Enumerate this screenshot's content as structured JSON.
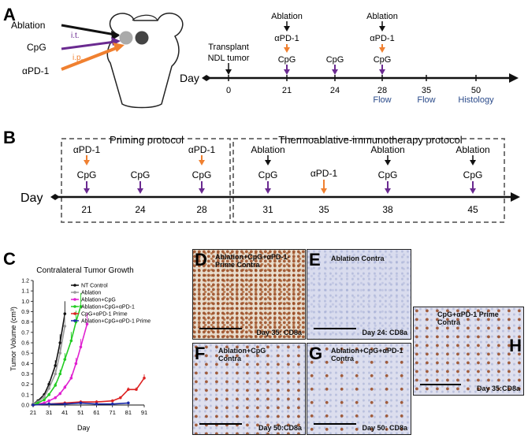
{
  "panelA": {
    "letter": "A",
    "labels": {
      "ablation": "Ablation",
      "cpg": "CpG",
      "apd1": "αPD-1",
      "it": "i.t.",
      "ip": "i.p."
    },
    "timeline": {
      "day_label": "Day",
      "ticks": [
        "0",
        "21",
        "24",
        "28",
        "35",
        "50"
      ],
      "transplant": [
        "Transplant",
        "NDL tumor"
      ],
      "events": {
        "ablation1": "Ablation",
        "apd1_1": "αPD-1",
        "cpg1": "CpG",
        "cpg2": "CpG",
        "ablation2": "Ablation",
        "apd1_2": "αPD-1",
        "cpg3": "CpG"
      },
      "bottom": {
        "flow1": "Flow",
        "flow2": "Flow",
        "histology": "Histology"
      }
    }
  },
  "panelB": {
    "letter": "B",
    "day_label": "Day",
    "priming_title": "Priming protocol",
    "thermo_title": "Thermoablative-immunotherapy protocol",
    "ticks": [
      "21",
      "24",
      "28",
      "31",
      "35",
      "38",
      "45"
    ],
    "events": {
      "p_apd1_1": "αPD-1",
      "p_cpg1": "CpG",
      "p_cpg2": "CpG",
      "p_apd1_2": "αPD-1",
      "p_cpg3": "CpG",
      "t_abl1": "Ablation",
      "t_cpg1": "CpG",
      "t_apd1": "αPD-1",
      "t_abl2": "Ablation",
      "t_cpg2": "CpG",
      "t_abl3": "Ablation",
      "t_cpg3": "CpG"
    }
  },
  "panelC": {
    "letter": "C",
    "colors": {
      "nt": "#111111",
      "ablation": "#999999",
      "abl_cpg": "#e020d0",
      "abl_cpg_apd1": "#22cc22",
      "cpg_apd1_prime": "#dd2222",
      "abl_cpg_apd1_prime": "#1a2aa8"
    }
  },
  "chart_data": {
    "type": "line",
    "title": "Contralateral Tumor Growth",
    "xlabel": "Day",
    "ylabel": "Tumor Volume (cm³)",
    "xlim": [
      21,
      91
    ],
    "ylim": [
      0,
      1.2
    ],
    "xticks": [
      "21",
      "31",
      "41",
      "51",
      "61",
      "71",
      "81",
      "91"
    ],
    "yticks": [
      "0.0",
      "0.1",
      "0.2",
      "0.3",
      "0.4",
      "0.5",
      "0.6",
      "0.7",
      "0.8",
      "0.9",
      "1.0",
      "1.1",
      "1.2"
    ],
    "legend_position": "top-right",
    "series": [
      {
        "name": "NT Control",
        "color": "#111111",
        "x": [
          21,
          24,
          28,
          31,
          35,
          38,
          41
        ],
        "y": [
          0.01,
          0.04,
          0.1,
          0.2,
          0.38,
          0.6,
          0.88
        ]
      },
      {
        "name": "Ablation",
        "color": "#999999",
        "x": [
          21,
          24,
          28,
          31,
          35,
          38,
          41
        ],
        "y": [
          0.01,
          0.03,
          0.08,
          0.16,
          0.3,
          0.5,
          0.76
        ]
      },
      {
        "name": "Ablation+CpG",
        "color": "#e020d0",
        "x": [
          21,
          24,
          28,
          31,
          35,
          38,
          41,
          45,
          48,
          51,
          55
        ],
        "y": [
          0.0,
          0.01,
          0.02,
          0.04,
          0.07,
          0.11,
          0.17,
          0.26,
          0.4,
          0.56,
          0.78
        ]
      },
      {
        "name": "Ablation+CpG+αPD-1",
        "color": "#22cc22",
        "x": [
          21,
          24,
          28,
          31,
          35,
          38,
          41,
          45,
          48,
          51
        ],
        "y": [
          0.0,
          0.02,
          0.05,
          0.1,
          0.19,
          0.3,
          0.44,
          0.62,
          0.8,
          0.95
        ]
      },
      {
        "name": "CpG+αPD-1 Prime",
        "color": "#dd2222",
        "x": [
          21,
          31,
          41,
          51,
          61,
          71,
          76,
          81,
          86,
          91
        ],
        "y": [
          0.0,
          0.01,
          0.02,
          0.03,
          0.03,
          0.04,
          0.07,
          0.15,
          0.15,
          0.26
        ]
      },
      {
        "name": "Ablation+CpG+αPD-1 Prime",
        "color": "#1a2aa8",
        "x": [
          21,
          31,
          41,
          51,
          61,
          71,
          81
        ],
        "y": [
          0.0,
          0.01,
          0.01,
          0.02,
          0.01,
          0.01,
          0.02
        ]
      }
    ]
  },
  "histology": {
    "D": {
      "letter": "D",
      "label": "Ablation+CpG+αPD-1-\nPrime Contra",
      "caption": "Day 35: CD8a"
    },
    "E": {
      "letter": "E",
      "label": "Ablation Contra",
      "caption": "Day 24: CD8a"
    },
    "F": {
      "letter": "F",
      "label": "Ablation+CpG\nContra",
      "caption": "Day 50:CD8a"
    },
    "G": {
      "letter": "G",
      "label": "Ablation+CpG+αPD-1\nContra",
      "caption": "Day 50: CD8a"
    },
    "H": {
      "letter": "H",
      "label": "CpG+αPD-1 Prime\nContra",
      "caption": "Day 35:CD8a"
    }
  }
}
